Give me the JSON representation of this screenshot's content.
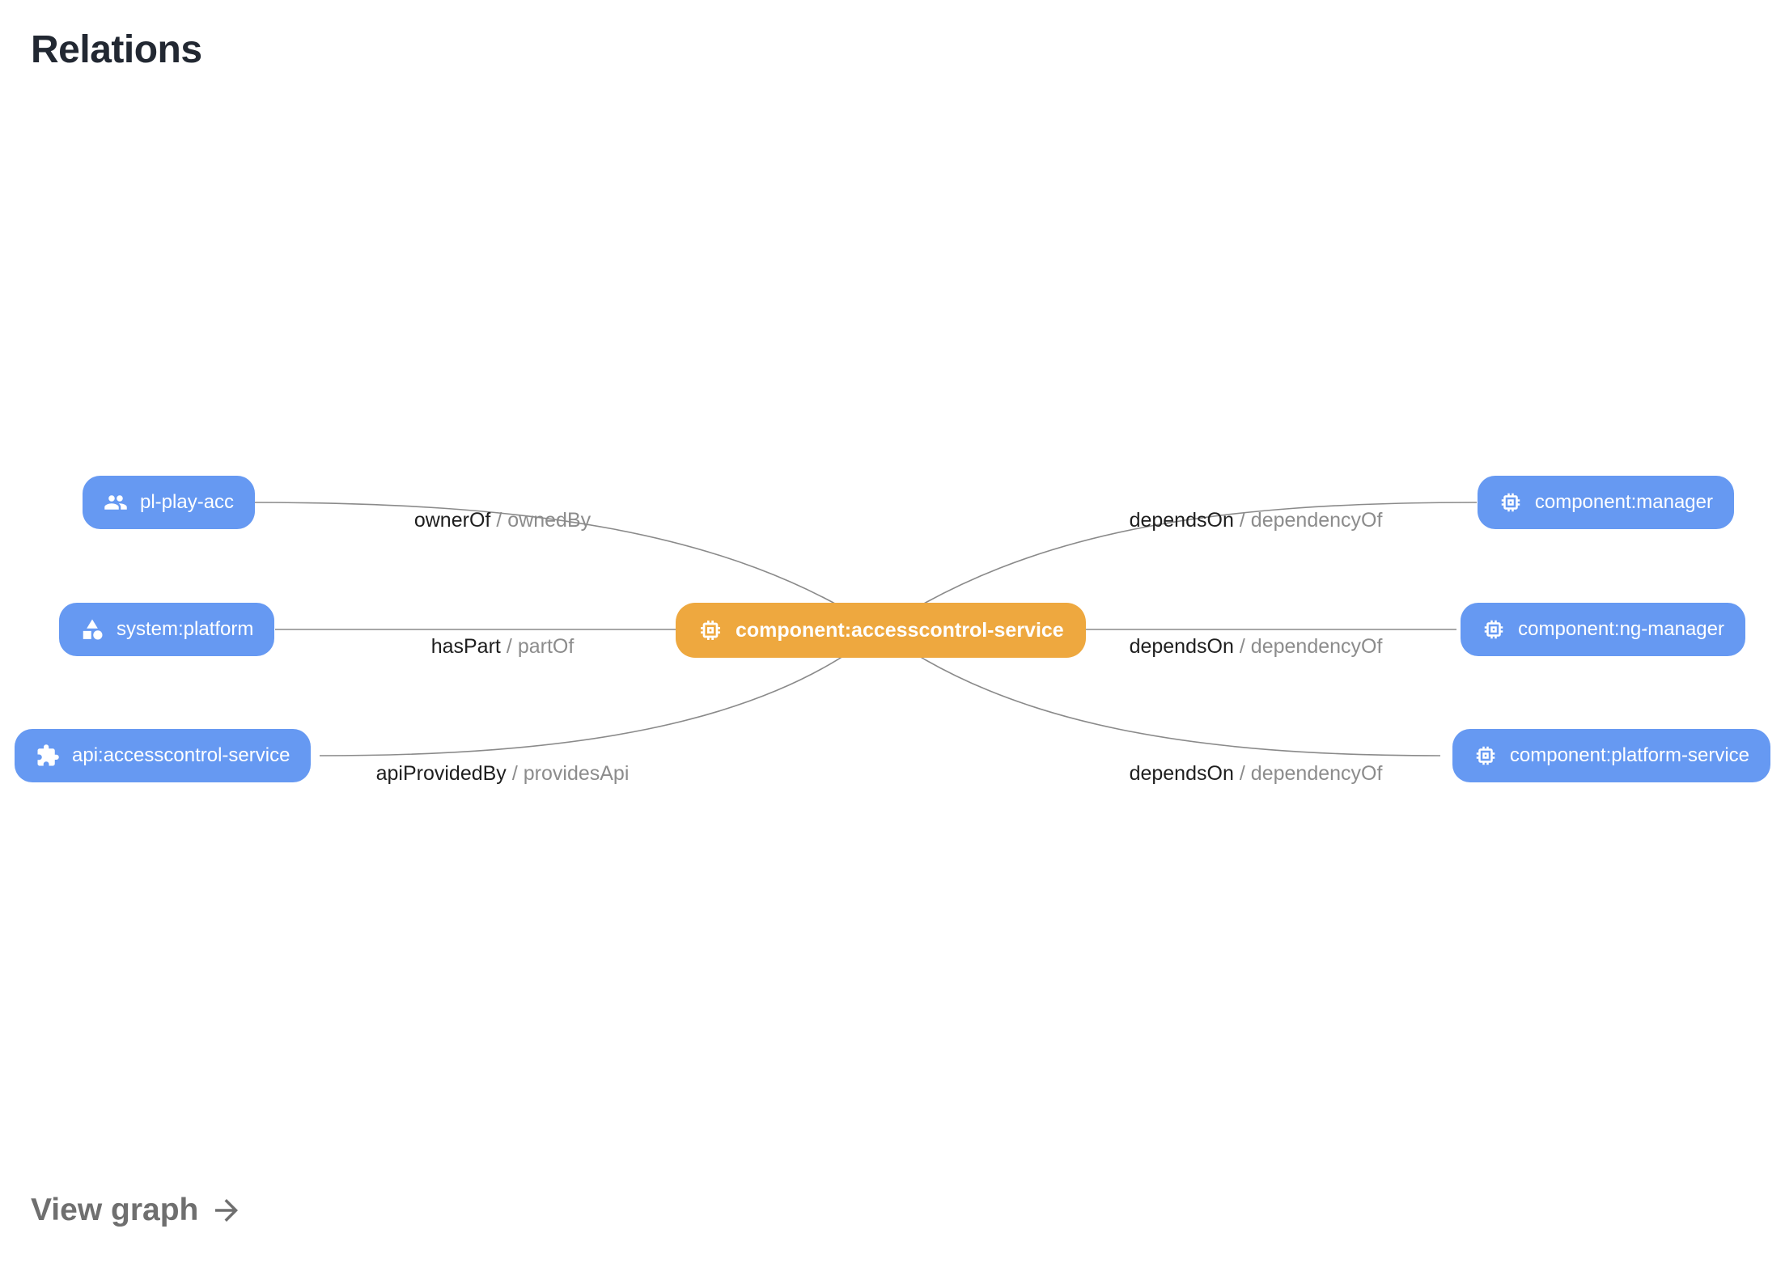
{
  "title": "Relations",
  "footer": {
    "label": "View graph",
    "icon": "arrow-right-icon"
  },
  "colors": {
    "node_blue": "#6699F2",
    "node_orange": "#EEA83F",
    "edge": "#8A8A8A",
    "label_primary": "#1E1E1E",
    "label_secondary": "#8C8C8C",
    "title": "#222832",
    "footer": "#6F6F6F"
  },
  "graph": {
    "separator": "/",
    "center": {
      "label": "component:accesscontrol-service",
      "icon": "chip-icon"
    },
    "nodes": [
      {
        "label": "pl-play-acc",
        "icon": "group-icon",
        "side": "left"
      },
      {
        "label": "system:platform",
        "icon": "category-icon",
        "side": "left"
      },
      {
        "label": "api:accesscontrol-service",
        "icon": "puzzle-icon",
        "side": "left"
      },
      {
        "label": "component:manager",
        "icon": "chip-icon",
        "side": "right"
      },
      {
        "label": "component:ng-manager",
        "icon": "chip-icon",
        "side": "right"
      },
      {
        "label": "component:platform-service",
        "icon": "chip-icon",
        "side": "right"
      }
    ],
    "edges": [
      {
        "forward": "ownerOf",
        "reverse": "ownedBy"
      },
      {
        "forward": "hasPart",
        "reverse": "partOf"
      },
      {
        "forward": "apiProvidedBy",
        "reverse": "providesApi"
      },
      {
        "forward": "dependsOn",
        "reverse": "dependencyOf"
      },
      {
        "forward": "dependsOn",
        "reverse": "dependencyOf"
      },
      {
        "forward": "dependsOn",
        "reverse": "dependencyOf"
      }
    ]
  }
}
